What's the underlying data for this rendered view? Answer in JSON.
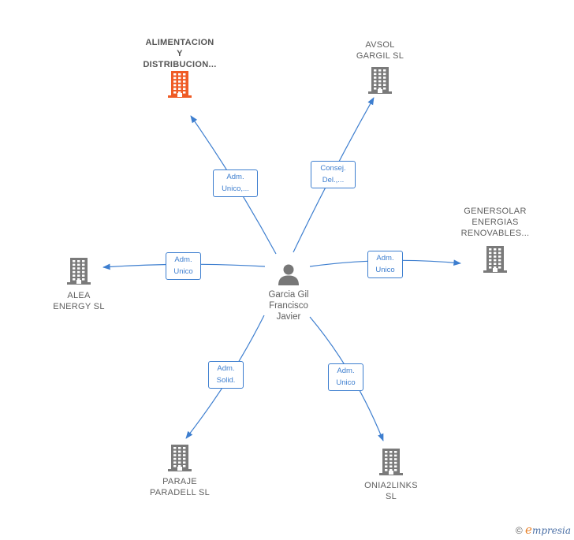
{
  "center": {
    "name": "Garcia Gil\nFrancisco\nJavier",
    "icon": "person-icon"
  },
  "companies": [
    {
      "id": "alimentacion",
      "name": "ALIMENTACION\nY\nDISTRIBUCION...",
      "role": [
        "Adm.",
        "Unico,..."
      ],
      "color": "#ef5b25",
      "highlight": true
    },
    {
      "id": "avsol",
      "name": "AVSOL\nGARGIL SL",
      "role": [
        "Consej.",
        "Del.,..."
      ],
      "color": "#7a7a7a"
    },
    {
      "id": "genersolar",
      "name": "GENERSOLAR\nENERGIAS\nRENOVABLES...",
      "role": [
        "Adm.",
        "Unico"
      ],
      "color": "#7a7a7a"
    },
    {
      "id": "alea",
      "name": "ALEA\nENERGY SL",
      "role": [
        "Adm.",
        "Unico"
      ],
      "color": "#7a7a7a"
    },
    {
      "id": "paraje",
      "name": "PARAJE\nPARADELL SL",
      "role": [
        "Adm.",
        "Solid."
      ],
      "color": "#7a7a7a"
    },
    {
      "id": "onia",
      "name": "ONIA2LINKS\nSL",
      "role": [
        "Adm.",
        "Unico"
      ],
      "color": "#7a7a7a"
    }
  ],
  "colors": {
    "edge": "#3d7ecf",
    "role_text": "#3d7ecf"
  },
  "brand": {
    "copyright": "©",
    "logo_initial": "e",
    "logo_rest": "mpresia"
  }
}
